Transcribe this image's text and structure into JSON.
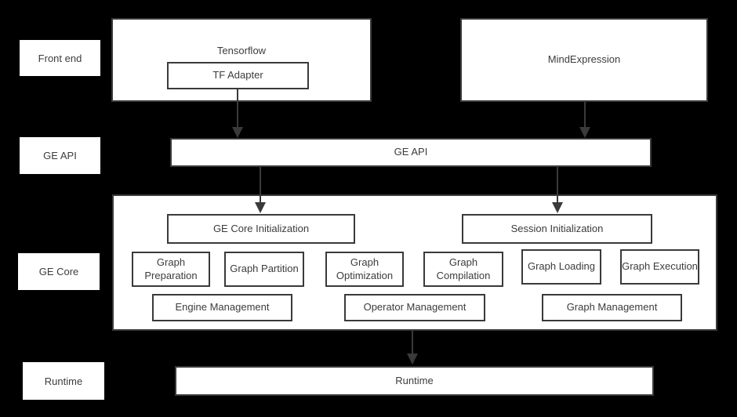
{
  "colors": {
    "background": "#000000",
    "box_fill": "#ffffff",
    "box_border": "#3a3a3a",
    "text": "#3c3c3c",
    "arrow": "#3a3a3a"
  },
  "row_labels": {
    "front_end": "Front end",
    "ge_api": "GE API",
    "ge_core": "GE Core",
    "runtime": "Runtime"
  },
  "nodes": {
    "tensorflow": "Tensorflow",
    "tf_adapter": "TF Adapter",
    "mind_expression": "MindExpression",
    "ge_api_bar": "GE API",
    "ge_core_initialization": "GE Core Initialization",
    "session_initialization": "Session Initialization",
    "graph_preparation": "Graph Preparation",
    "graph_partition": "Graph Partition",
    "graph_optimization": "Graph Optimization",
    "graph_compilation": "Graph Compilation",
    "graph_loading": "Graph Loading",
    "graph_execution": "Graph Execution",
    "engine_management": "Engine Management",
    "operator_management": "Operator Management",
    "graph_management": "Graph Management",
    "runtime_bar": "Runtime"
  },
  "edges": [
    {
      "from": "tf_adapter",
      "to": "ge_api_bar"
    },
    {
      "from": "mind_expression",
      "to": "ge_api_bar"
    },
    {
      "from": "ge_api_bar",
      "to": "ge_core_initialization"
    },
    {
      "from": "ge_api_bar",
      "to": "session_initialization"
    },
    {
      "from": "ge_core",
      "to": "runtime_bar"
    }
  ]
}
